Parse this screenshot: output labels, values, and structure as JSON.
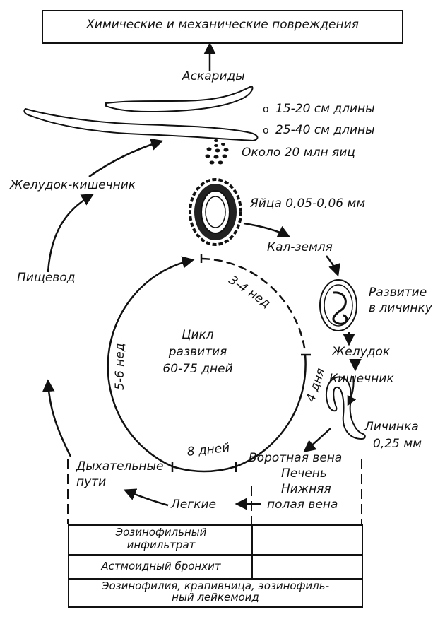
{
  "header": {
    "damage": "Химические и механические повреждения"
  },
  "worms": {
    "label": "Аскариды",
    "male_length": "15-20 см длины",
    "female_length": "25-40 см длины",
    "eggs_count": "Около 20 млн яиц"
  },
  "egg": {
    "label": "Яйца 0,05-0,06 мм"
  },
  "path": {
    "stool_soil": "Кал-земля",
    "larva_dev_line1": "Развитие",
    "larva_dev_line2": "в личинку",
    "stomach": "Желудок",
    "intestine": "Кишечник",
    "larva_line1": "Личинка",
    "larva_line2": "0,25 мм",
    "portal_vein": "Воротная вена",
    "liver": "Печень",
    "ivc_line1": "Нижняя",
    "ivc_line2": "полая вена",
    "lungs": "Легкие",
    "airways_line1": "Дыхательные",
    "airways_line2": "пути",
    "esophagus": "Пищевод",
    "stomach_intestine": "Желудок-кишечник"
  },
  "cycle": {
    "line1": "Цикл",
    "line2": "развития",
    "line3": "60-75 дней",
    "seg_3_4_weeks": "3-4 нед",
    "seg_4_days": "4 дня",
    "seg_8_days": "8 дней",
    "seg_5_6_weeks": "5-6 нед"
  },
  "table": {
    "row1_line1": "Эозинофильный",
    "row1_line2": "инфильтрат",
    "row2": "Астмоидный бронхит",
    "row3_line1": "Эозинофилия, крапивница, эозинофиль-",
    "row3_line2": "ный лейкемоид"
  }
}
